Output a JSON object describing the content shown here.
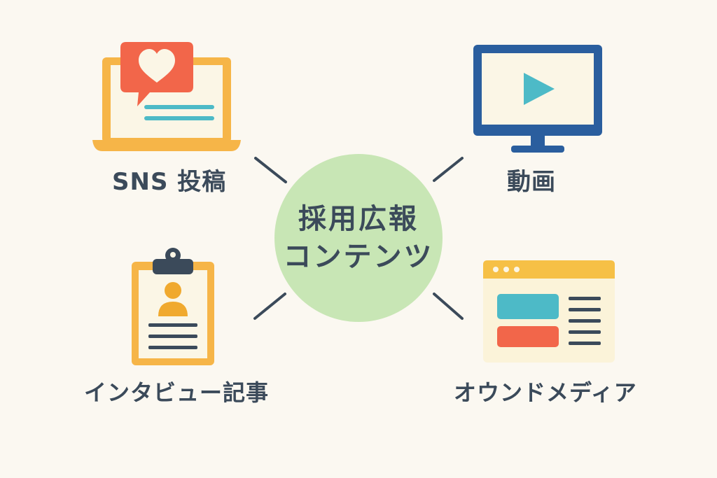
{
  "center": {
    "line1": "採用広報",
    "line2": "コンテンツ"
  },
  "nodes": {
    "sns": {
      "label": "SNS 投稿",
      "icon": "laptop-heart-icon"
    },
    "video": {
      "label": "動画",
      "icon": "monitor-play-icon"
    },
    "interview": {
      "label": "インタビュー記事",
      "icon": "clipboard-profile-icon"
    },
    "owned_media": {
      "label": "オウンドメディア",
      "icon": "browser-window-icon"
    }
  },
  "colors": {
    "background": "#fbf8f1",
    "text": "#3b4a5a",
    "center_circle": "#c8e6b5",
    "orange": "#f6b548",
    "red": "#f2664a",
    "teal": "#4dbac7",
    "blue": "#2a5e9e",
    "cream": "#fbf6e6"
  }
}
